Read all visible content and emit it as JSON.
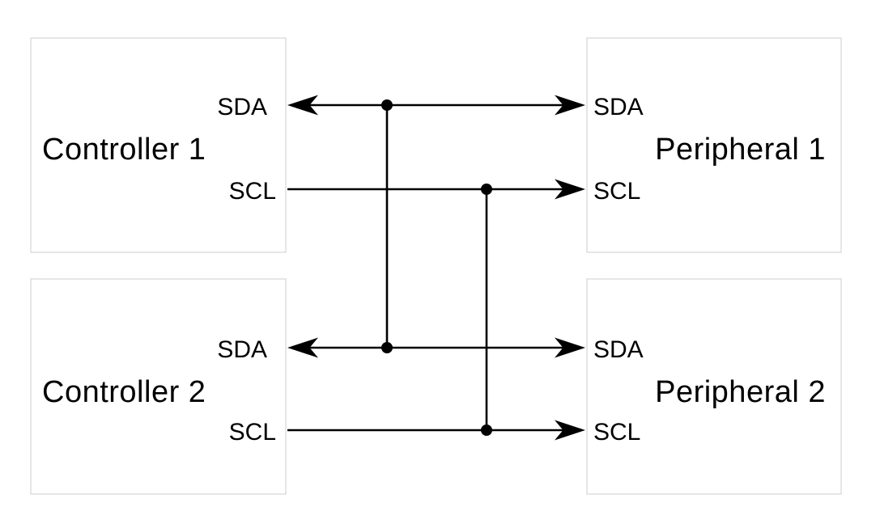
{
  "blocks": {
    "controller1": {
      "label": "Controller 1",
      "pins": {
        "sda": "SDA",
        "scl": "SCL"
      }
    },
    "controller2": {
      "label": "Controller 2",
      "pins": {
        "sda": "SDA",
        "scl": "SCL"
      }
    },
    "peripheral1": {
      "label": "Peripheral 1",
      "pins": {
        "sda": "SDA",
        "scl": "SCL"
      }
    },
    "peripheral2": {
      "label": "Peripheral 2",
      "pins": {
        "sda": "SDA",
        "scl": "SCL"
      }
    }
  },
  "colors": {
    "wire": "#000000",
    "box_border": "#d6d6d6",
    "text": "#000000",
    "background": "#ffffff"
  }
}
